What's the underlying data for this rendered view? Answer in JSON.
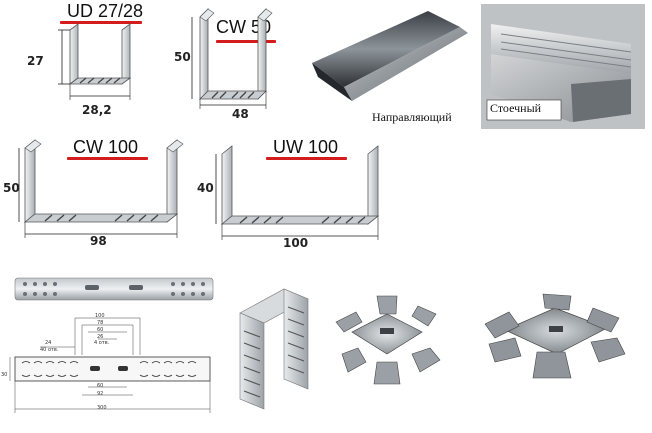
{
  "profiles": [
    {
      "id": "ud",
      "label": "UD 27/28",
      "height_dim": "27",
      "width_dim": "28,2"
    },
    {
      "id": "cw50",
      "label": "CW 50",
      "height_dim": "50",
      "width_dim": "48"
    },
    {
      "id": "cw100",
      "label": "CW 100",
      "height_dim": "50",
      "width_dim": "98"
    },
    {
      "id": "uw100",
      "label": "UW 100",
      "height_dim": "40",
      "width_dim": "100"
    }
  ],
  "photos": {
    "guide_caption": "Направляющий",
    "stud_caption": "Стоечный"
  },
  "hanger_drawing": {
    "dims_top": [
      "100",
      "78",
      "60",
      "26",
      "4 отв."
    ],
    "dims_left": [
      "24",
      "40 отв."
    ],
    "dim_height": "30",
    "dims_bottom": [
      "60",
      "92",
      "300"
    ]
  },
  "colors": {
    "underline": "#d41c1c",
    "metal_light": "#d9dde0",
    "metal_dark": "#6e757b"
  }
}
